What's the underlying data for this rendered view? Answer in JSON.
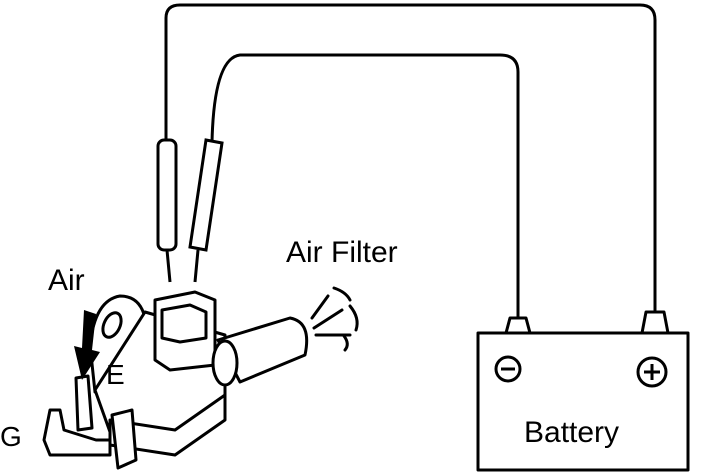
{
  "labels": {
    "air": "Air",
    "air_filter": "Air Filter",
    "e_port": "E",
    "g_port": "G",
    "battery": "Battery",
    "negative": "⊖",
    "positive": "⊕"
  },
  "colors": {
    "ink": "#000000",
    "paper": "#ffffff"
  }
}
